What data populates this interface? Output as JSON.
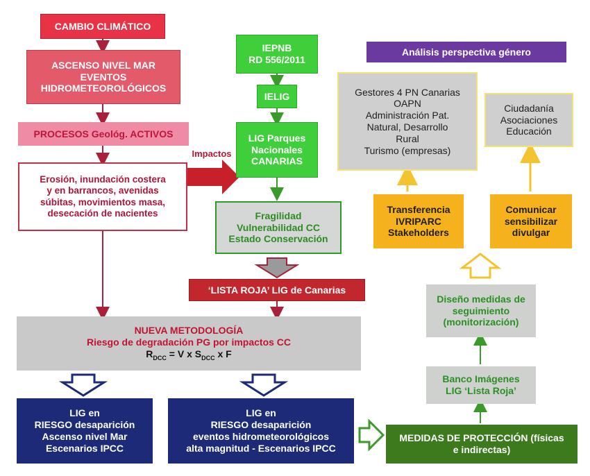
{
  "boxes": {
    "cambio": "CAMBIO CLIMÁTICO",
    "ascenso": [
      "ASCENSO NIVEL MAR",
      "EVENTOS",
      "HIDROMETEOROLÓGICOS"
    ],
    "procesos": "PROCESOS Geológ. ACTIVOS",
    "erosion": [
      "Erosión, inundación costera",
      "y en barrancos, avenidas",
      "súbitas, movimientos masa,",
      "desecación de nacientes"
    ],
    "iepnb": [
      "IEPNB",
      "RD 556/2011"
    ],
    "ielig": "IELIG",
    "lig_pn": [
      "LIG Parques",
      "Nacionales",
      "CANARIAS"
    ],
    "impactos": "Impactos",
    "fragilidad": [
      "Fragilidad",
      "Vulnerabilidad CC",
      "Estado Conservación"
    ],
    "lista_roja": "‘LISTA ROJA’ LIG de Canarias",
    "metodologia_title": "NUEVA METODOLOGÍA",
    "metodologia_sub": "Riesgo de degradación PG por impactos CC",
    "formula": {
      "r": "R",
      "r_sub": "DCC",
      "mid": " = V x S",
      "s_sub": "DCC",
      "end": " x F"
    },
    "riesgo_mar": [
      "LIG en",
      "RIESGO desaparición",
      "Ascenso nivel Mar",
      "Escenarios IPCC"
    ],
    "riesgo_eventos": [
      "LIG en",
      "RIESGO desaparición",
      "eventos hidrometeorológicos",
      "alta magnitud - Escenarios IPCC"
    ],
    "genero": "Análisis perspectiva género",
    "gestores": [
      "Gestores 4 PN Canarias",
      "OAPN",
      "Administración Pat.",
      "Natural, Desarrollo",
      "Rural",
      "Turismo (empresas)"
    ],
    "ciudadania": [
      "Ciudadanía",
      "Asociaciones",
      "Educación"
    ],
    "transferencia": [
      "Transferencia",
      "IVRIPARC",
      "Stakeholders"
    ],
    "comunicar": [
      "Comunicar",
      "sensibilizar",
      "divulgar"
    ],
    "diseno": [
      "Diseño medidas de",
      "seguimiento",
      "(monitorización)"
    ],
    "banco": [
      "Banco Imágenes",
      "LIG ‘Lista Roja’"
    ],
    "medidas": [
      "MEDIDAS DE PROTECCIÓN (físicas",
      "e indirectas)"
    ]
  },
  "colors": {
    "red_arrow": "#a8203a",
    "green_arrow": "#3a9a2a",
    "navy_arrow": "#1c2a78",
    "yellow_arrow": "#f4d26a",
    "gray_arrow_fill": "#9a9a9a"
  }
}
